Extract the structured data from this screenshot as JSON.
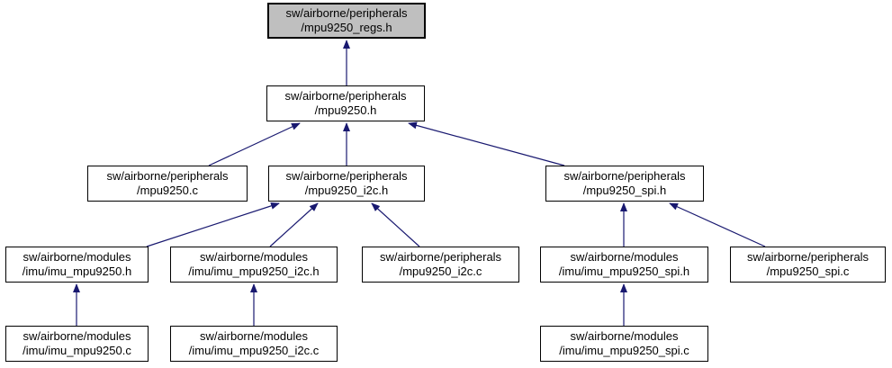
{
  "diagram": {
    "title": "include dependency graph for sw/airborne/peripherals/mpu9250_regs.h",
    "type": "include-dependency-graph",
    "edge_color": "#191970",
    "highlight_fill": "#bfbfbf",
    "node_fill": "#ffffff",
    "border_color": "#000000",
    "nodes": [
      {
        "id": "mpu9250_regs_h",
        "line1": "sw/airborne/peripherals",
        "line2": "/mpu9250_regs.h",
        "highlighted": true
      },
      {
        "id": "mpu9250_h",
        "line1": "sw/airborne/peripherals",
        "line2": "/mpu9250.h",
        "highlighted": false
      },
      {
        "id": "mpu9250_c",
        "line1": "sw/airborne/peripherals",
        "line2": "/mpu9250.c",
        "highlighted": false
      },
      {
        "id": "mpu9250_i2c_h",
        "line1": "sw/airborne/peripherals",
        "line2": "/mpu9250_i2c.h",
        "highlighted": false
      },
      {
        "id": "mpu9250_spi_h",
        "line1": "sw/airborne/peripherals",
        "line2": "/mpu9250_spi.h",
        "highlighted": false
      },
      {
        "id": "imu_mpu9250_h",
        "line1": "sw/airborne/modules",
        "line2": "/imu/imu_mpu9250.h",
        "highlighted": false
      },
      {
        "id": "imu_mpu9250_i2c_h",
        "line1": "sw/airborne/modules",
        "line2": "/imu/imu_mpu9250_i2c.h",
        "highlighted": false
      },
      {
        "id": "mpu9250_i2c_c",
        "line1": "sw/airborne/peripherals",
        "line2": "/mpu9250_i2c.c",
        "highlighted": false
      },
      {
        "id": "imu_mpu9250_spi_h",
        "line1": "sw/airborne/modules",
        "line2": "/imu/imu_mpu9250_spi.h",
        "highlighted": false
      },
      {
        "id": "mpu9250_spi_c",
        "line1": "sw/airborne/peripherals",
        "line2": "/mpu9250_spi.c",
        "highlighted": false
      },
      {
        "id": "imu_mpu9250_c",
        "line1": "sw/airborne/modules",
        "line2": "/imu/imu_mpu9250.c",
        "highlighted": false
      },
      {
        "id": "imu_mpu9250_i2c_c",
        "line1": "sw/airborne/modules",
        "line2": "/imu/imu_mpu9250_i2c.c",
        "highlighted": false
      },
      {
        "id": "imu_mpu9250_spi_c",
        "line1": "sw/airborne/modules",
        "line2": "/imu/imu_mpu9250_spi.c",
        "highlighted": false
      }
    ],
    "edges": [
      {
        "from": "mpu9250_h",
        "to": "mpu9250_regs_h"
      },
      {
        "from": "mpu9250_c",
        "to": "mpu9250_h"
      },
      {
        "from": "mpu9250_i2c_h",
        "to": "mpu9250_h"
      },
      {
        "from": "mpu9250_spi_h",
        "to": "mpu9250_h"
      },
      {
        "from": "imu_mpu9250_h",
        "to": "mpu9250_i2c_h"
      },
      {
        "from": "imu_mpu9250_i2c_h",
        "to": "mpu9250_i2c_h"
      },
      {
        "from": "mpu9250_i2c_c",
        "to": "mpu9250_i2c_h"
      },
      {
        "from": "imu_mpu9250_spi_h",
        "to": "mpu9250_spi_h"
      },
      {
        "from": "mpu9250_spi_c",
        "to": "mpu9250_spi_h"
      },
      {
        "from": "imu_mpu9250_c",
        "to": "imu_mpu9250_h"
      },
      {
        "from": "imu_mpu9250_i2c_c",
        "to": "imu_mpu9250_i2c_h"
      },
      {
        "from": "imu_mpu9250_spi_c",
        "to": "imu_mpu9250_spi_h"
      }
    ]
  }
}
